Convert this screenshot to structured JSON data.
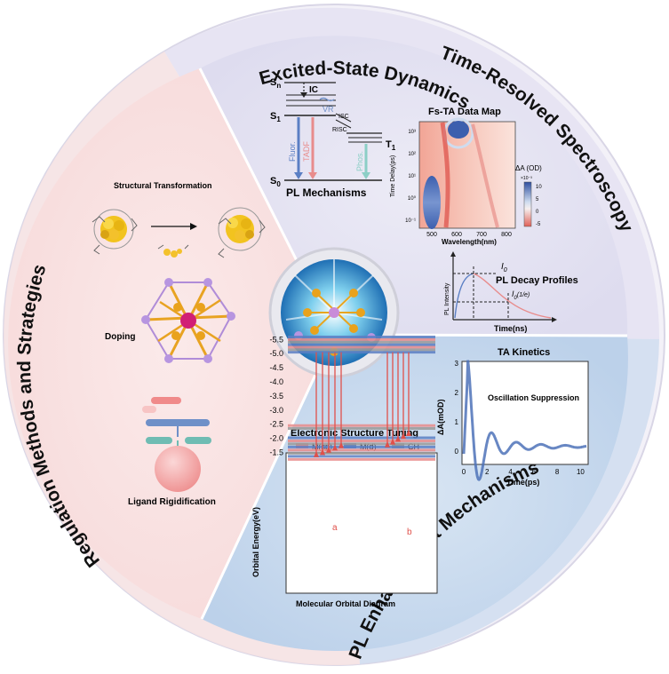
{
  "ring": {
    "excited_state": "Excited-State Dynamics",
    "time_resolved": "Time-Resolved Spectroscopy",
    "regulation": "Regulation Methods and Strategies",
    "pl_enhancement": "PL Enhancement Mechanisms"
  },
  "jablonski": {
    "sn": "S",
    "sn_sub": "n",
    "s1": "S",
    "s1_sub": "1",
    "s0": "S",
    "s0_sub": "0",
    "t1": "T",
    "t1_sub": "1",
    "ic": "IC",
    "vr": "VR",
    "isc": "ISC",
    "risc": "RISC",
    "fluor": "Fluor.",
    "tadf": "TADF",
    "phos": "Phos.",
    "title": "PL Mechanisms"
  },
  "fsta": {
    "title": "Fs-TA Data Map",
    "ylabel": "Time Delay(ps)",
    "xlabel": "Wavelength(nm)",
    "xticks": [
      "500",
      "600",
      "700",
      "800"
    ],
    "yticks": [
      "10³",
      "10²",
      "10¹",
      "10⁰",
      "10⁻¹"
    ],
    "cbar_label": "ΔA (OD)",
    "cbar_exp": "×10⁻³",
    "cbar_ticks": [
      "10",
      "5",
      "0",
      "-5"
    ]
  },
  "pl_decay": {
    "title": "PL Decay Profiles",
    "ylabel": "PL Intensity",
    "xlabel": "Time(ns)",
    "i0": "I",
    "i0_sub": "0",
    "ie": "I",
    "ie_sub": "0",
    "ie_frac": "(1/e)"
  },
  "ta_kinetics": {
    "title": "TA Kinetics",
    "annotation": "Oscillation Suppression",
    "ylabel": "ΔA(mOD)",
    "xlabel": "Time(ps)",
    "xticks": [
      "0",
      "2",
      "4",
      "6",
      "8",
      "10"
    ],
    "yticks": [
      "3",
      "2",
      "1",
      "0"
    ]
  },
  "left": {
    "structural": "Structural Transformation",
    "doping": "Doping",
    "ligand": "Ligand Rigidification"
  },
  "orbital": {
    "title": "Electronic Structure Tuning",
    "legend": [
      "M(sp)",
      "M(d)",
      "CH"
    ],
    "ylabel": "Orbital Energy(eV)",
    "yticks": [
      "-1.5",
      "-2.0",
      "-2.5",
      "-3.0",
      "-3.5",
      "-4.0",
      "-4.5",
      "-5.0",
      "-5.5"
    ],
    "label_a": "a",
    "label_b": "b",
    "footer": "Molecular Orbital Diagram"
  },
  "colors": {
    "msp": "#e88c8c",
    "md": "#5b7fc4",
    "ch": "#9a9a9a",
    "arrow": "#e0504a"
  }
}
